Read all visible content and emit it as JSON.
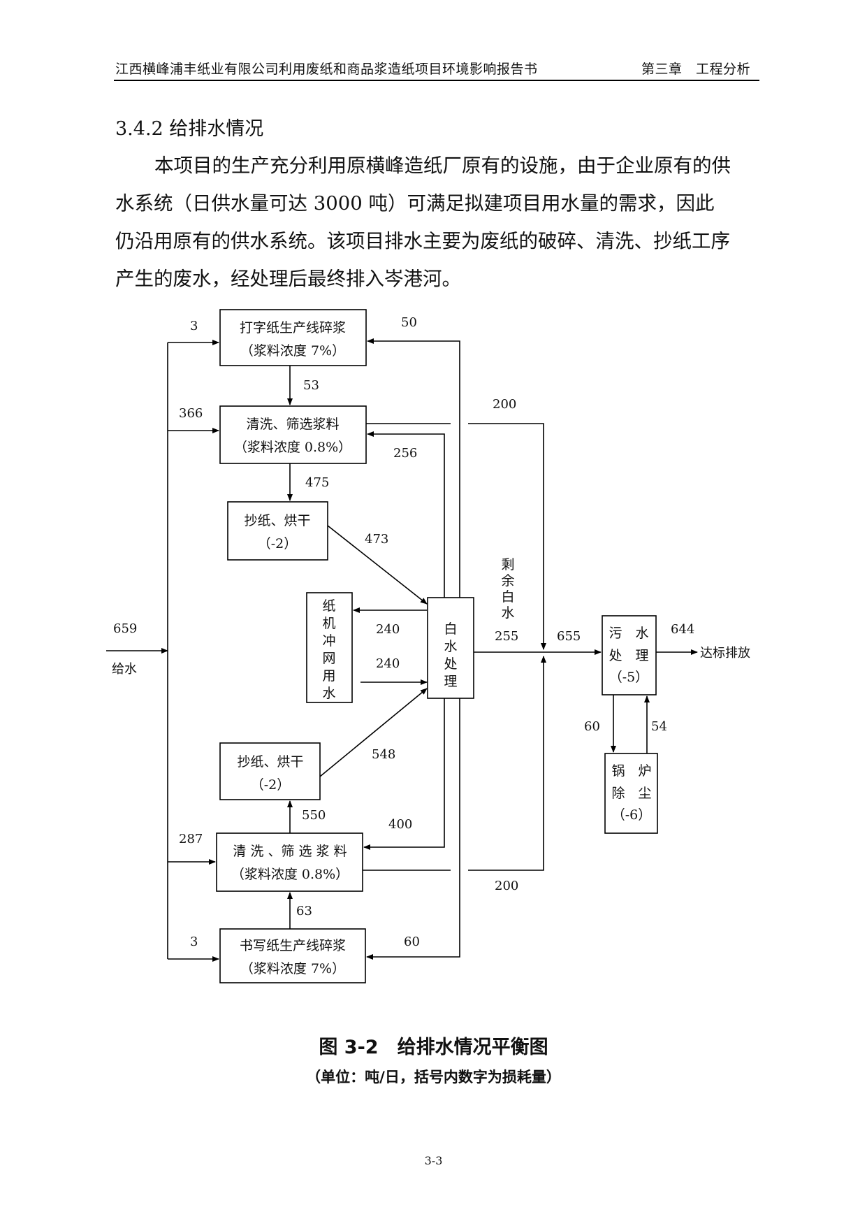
{
  "header": {
    "left": "江西横峰浦丰纸业有限公司利用废纸和商品浆造纸项目环境影响报告书",
    "right": "第三章　工程分析"
  },
  "section": {
    "title": "3.4.2 给排水情况"
  },
  "paragraph": {
    "lines": [
      "本项目的生产充分利用原横峰造纸厂原有的设施，由于企业原有的供",
      "水系统（日供水量可达 3000 吨）可满足拟建项目用水量的需求，因此",
      "仍沿用原有的供水系统。该项目排水主要为废纸的破碎、清洗、抄纸工序",
      "产生的废水，经处理后最终排入岑港河。"
    ]
  },
  "diagram": {
    "boxes": {
      "pulp_typing": [
        "打字纸生产线碎浆",
        "（浆料浓度 7%）"
      ],
      "wash_upper": [
        "清洗、筛选浆料",
        "（浆料浓度 0.8%）"
      ],
      "paper_dry_upper": [
        "抄纸、烘干",
        "（-2）"
      ],
      "net_wash": [
        "纸",
        "机",
        "冲",
        "网",
        "用",
        "水"
      ],
      "white_water": [
        "白",
        "水",
        "处",
        "理"
      ],
      "paper_dry_lower": [
        "抄纸、烘干",
        "（-2）"
      ],
      "wash_lower": [
        "清 洗 、筛 选 浆 料",
        "（浆料浓度 0.8%）"
      ],
      "pulp_writing": [
        "书写纸生产线碎浆",
        "（浆料浓度 7%）"
      ],
      "wastewater": [
        "污　水",
        "处　理",
        "（-5）"
      ],
      "boiler": [
        "锅　炉",
        "除　尘",
        "（-6）"
      ]
    },
    "flows": {
      "supply_total": "659",
      "supply_label": "给水",
      "to_typing": "3",
      "to_wash_upper": "366",
      "to_wash_lower": "287",
      "to_writing": "3",
      "ww_to_typing": "50",
      "typing_to_wash": "53",
      "wash_upper_out": "200",
      "ww_to_wash_upper": "256",
      "wash_to_paper": "475",
      "paper_to_ww": "473",
      "ww_to_net": "240",
      "net_to_ww": "240",
      "surplus_label": [
        "剩",
        "余",
        "白",
        "水"
      ],
      "surplus": "255",
      "merged": "655",
      "discharge_value": "644",
      "discharge_label": "达标排放",
      "to_boiler": "60",
      "from_boiler": "54",
      "paper_lower_to_ww": "548",
      "wash_lower_to_paper": "550",
      "ww_to_wash_lower": "400",
      "wash_lower_out": "200",
      "writing_to_wash": "63",
      "ww_to_writing": "60"
    }
  },
  "caption": {
    "title": "图 3-2　给排水情况平衡图",
    "note": "（单位：吨/日，括号内数字为损耗量）"
  },
  "page_number": "3-3"
}
